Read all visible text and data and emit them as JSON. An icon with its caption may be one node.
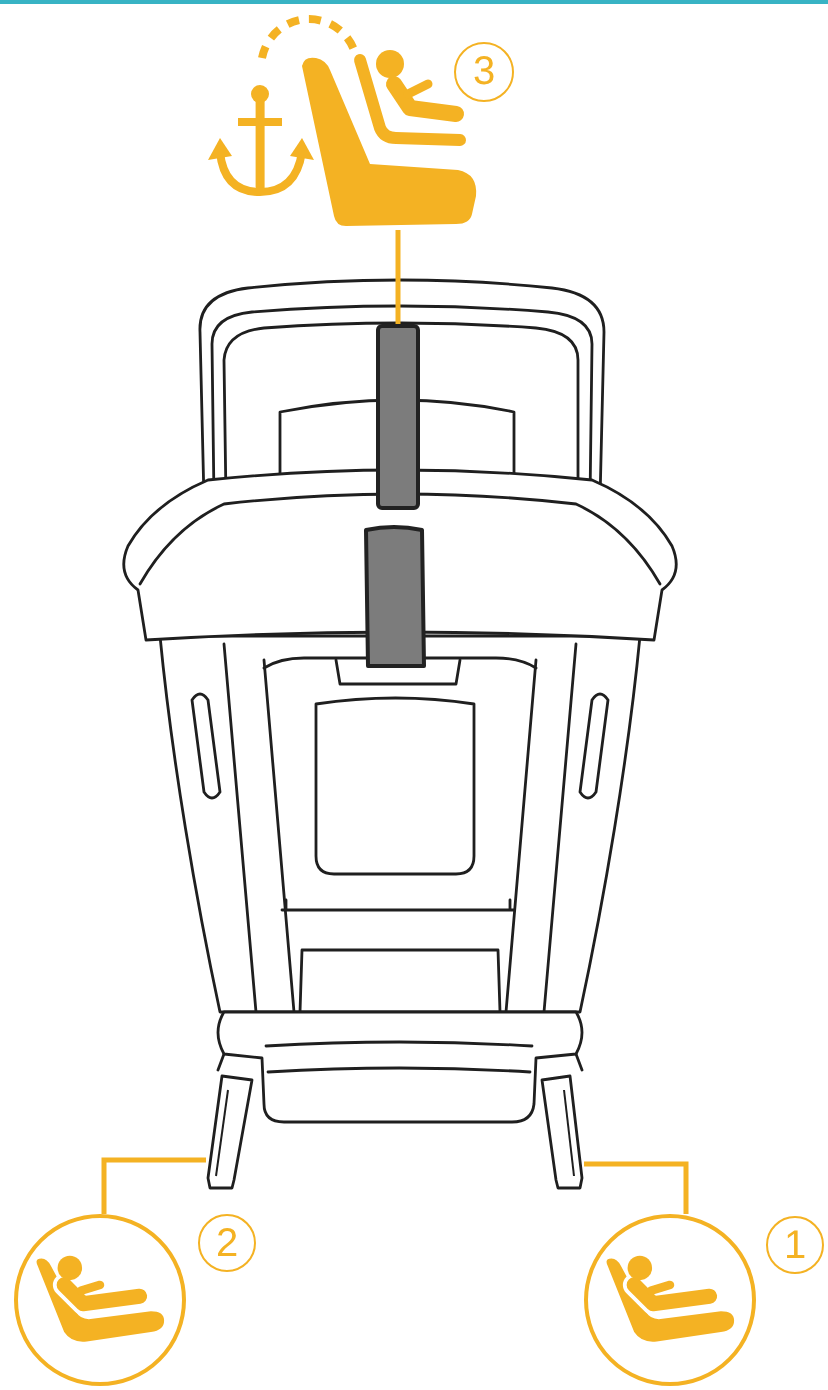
{
  "diagram": {
    "nodes": [
      {
        "text": [],
        "shape": "picture",
        "beside": [
          "3"
        ]
      },
      {
        "text": [],
        "shape": "bar"
      },
      {
        "text": [],
        "shape": "picture"
      },
      {
        "text": [],
        "shape": "picture"
      },
      {
        "text": [],
        "shape": "circle",
        "beside": [
          "2"
        ]
      },
      {
        "text": [],
        "shape": "circle",
        "beside": [
          "1"
        ]
      }
    ],
    "edges": [
      {
        "from": 0,
        "to": 1,
        "arrow": "none"
      },
      {
        "from": 4,
        "to": 2,
        "arrow": "none"
      },
      {
        "from": 5,
        "to": 3,
        "arrow": "none"
      }
    ]
  }
}
